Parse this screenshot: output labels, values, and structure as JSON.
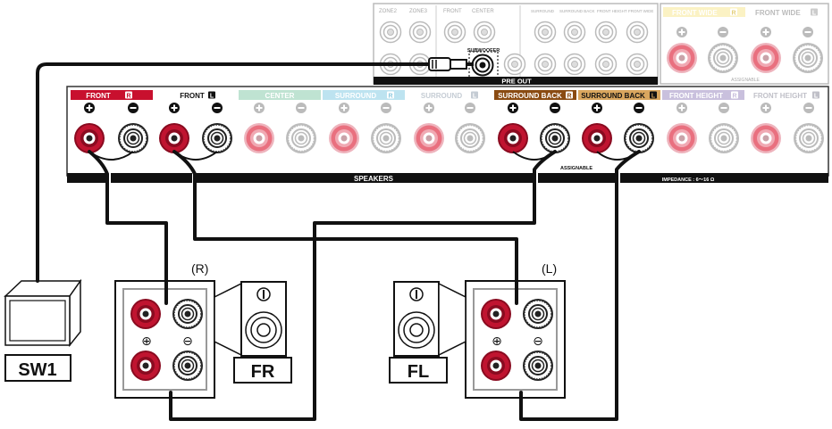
{
  "preout": {
    "labels": [
      "ZONE2",
      "ZONE3",
      "FRONT",
      "CENTER",
      "SURROUND",
      "SURROUND BACK",
      "FRONT HEIGHT",
      "FRONT WIDE"
    ],
    "subwoofer_label": "SUBWOOFER",
    "bar_label": "PRE OUT"
  },
  "front_wide": {
    "right_label": "FRONT WIDE",
    "left_label": "FRONT WIDE",
    "right_tag": "R",
    "left_tag": "L",
    "assignable_label": "ASSIGNABLE"
  },
  "speakers": {
    "channels": [
      {
        "label": "FRONT",
        "tag": "R",
        "color": "#c8102e",
        "active": true
      },
      {
        "label": "FRONT",
        "tag": "L",
        "color": "#ffffff",
        "active": true
      },
      {
        "label": "CENTER",
        "tag": "",
        "color": "#bfe3d2",
        "active": false
      },
      {
        "label": "SURROUND",
        "tag": "R",
        "color": "#bde3f0",
        "active": false
      },
      {
        "label": "SURROUND",
        "tag": "L",
        "color": "#d8dde3",
        "active": false
      },
      {
        "label": "SURROUND BACK",
        "tag": "R",
        "color": "#8a4b12",
        "active": true
      },
      {
        "label": "SURROUND BACK",
        "tag": "L",
        "color": "#c8904a",
        "active": true
      },
      {
        "label": "FRONT HEIGHT",
        "tag": "R",
        "color": "#c9c0dd",
        "active": false
      },
      {
        "label": "FRONT HEIGHT",
        "tag": "L",
        "color": "#dcdce4",
        "active": false
      }
    ],
    "bar_label": "SPEAKERS",
    "assignable_label": "ASSIGNABLE",
    "impedance_label": "IMPEDANCE : 6～16 Ω"
  },
  "right_speaker": {
    "label": "FR",
    "side_label": "(R)"
  },
  "left_speaker": {
    "label": "FL",
    "side_label": "(L)"
  },
  "subwoofer": {
    "label": "SW1"
  },
  "polarity": {
    "plus": "⊕",
    "minus": "⊖"
  },
  "colors": {
    "red_terminal": "#b0102a",
    "wire": "#111111",
    "panel_border": "#9a9a9a"
  }
}
